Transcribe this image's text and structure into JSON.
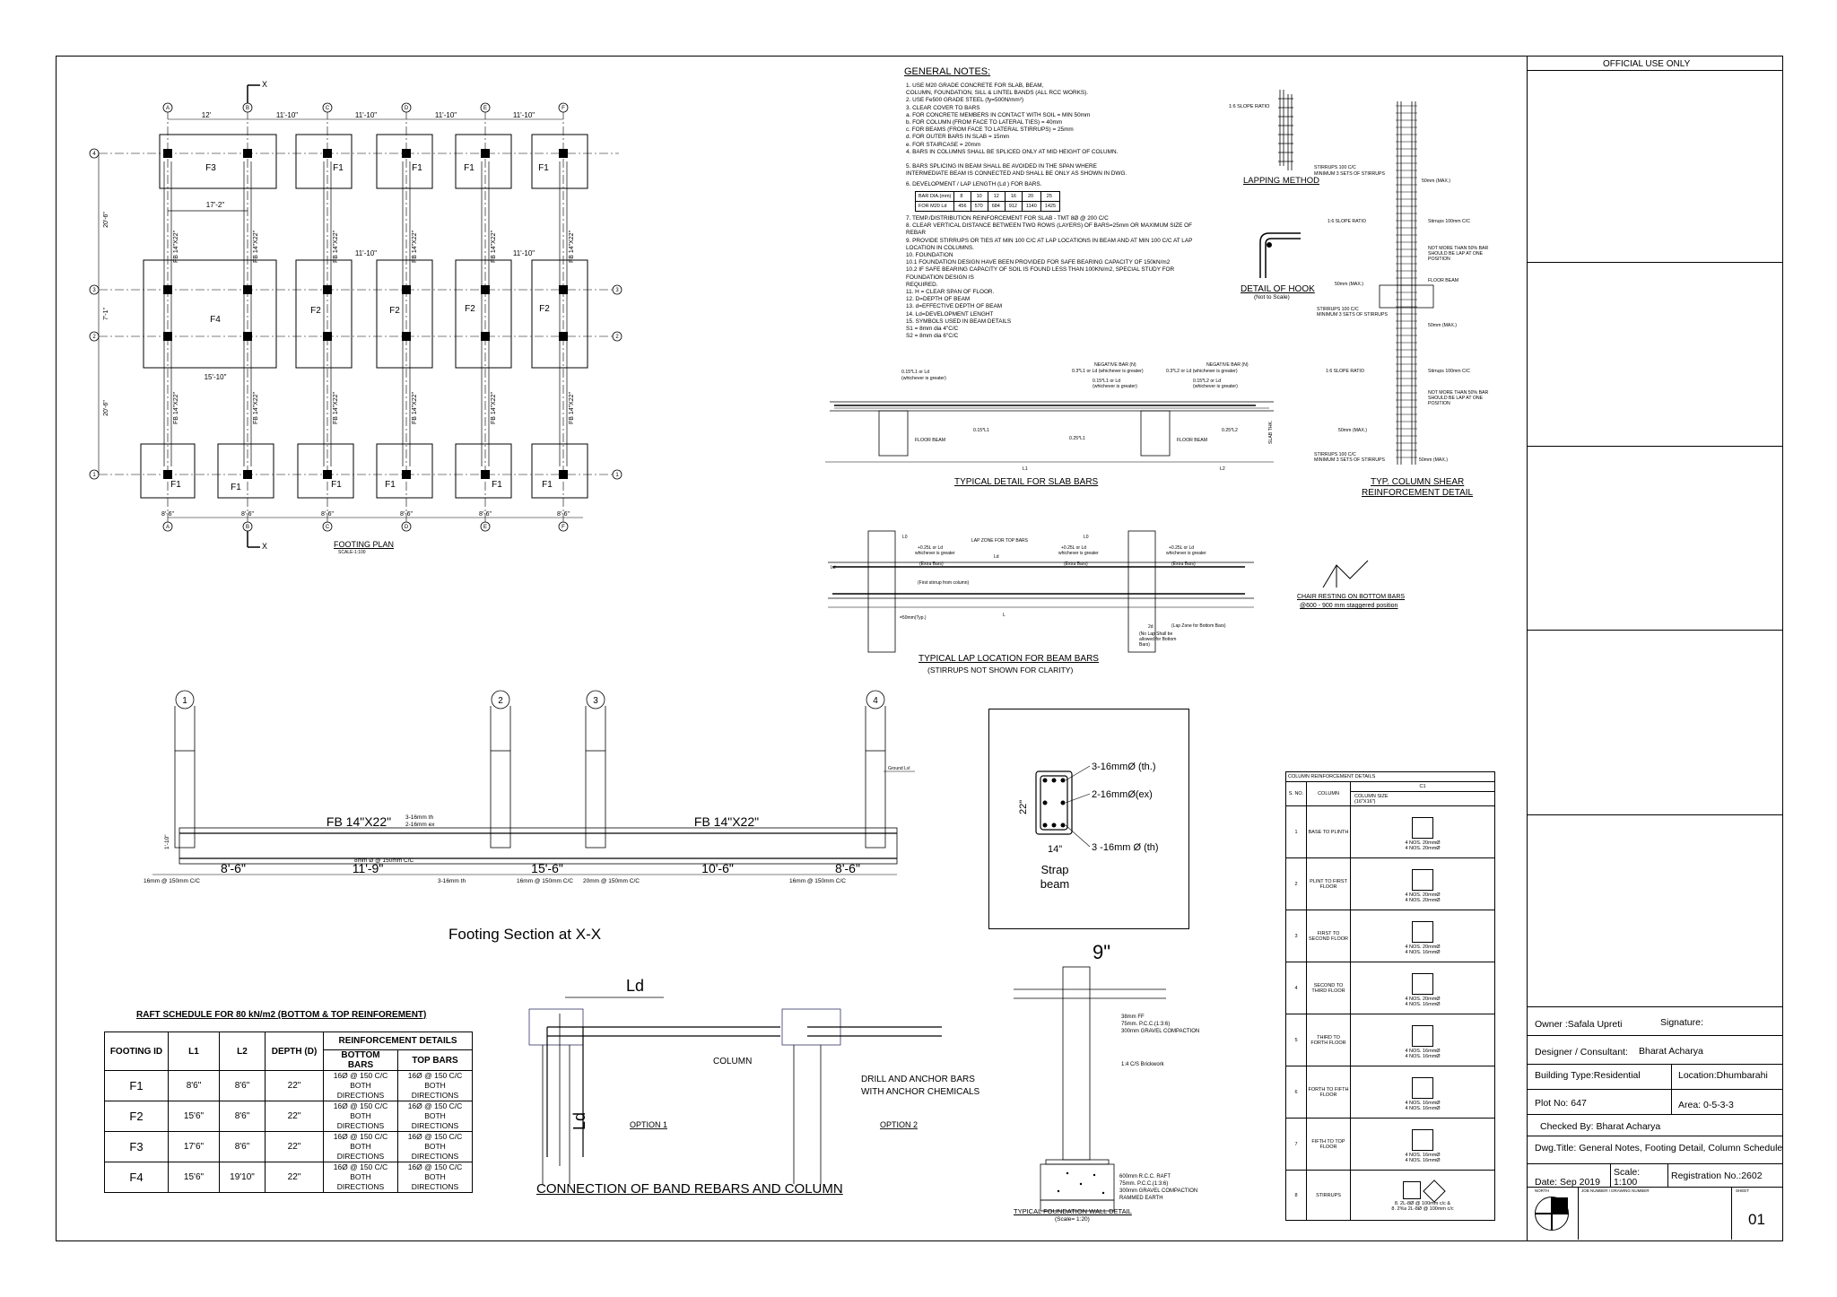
{
  "footing_plan": {
    "title": "FOOTING PLAN",
    "scale": "SCALE-1:100",
    "grid_cols": [
      "A",
      "B",
      "C",
      "D",
      "E",
      "F"
    ],
    "grid_rows": [
      "4",
      "3",
      "2",
      "1"
    ],
    "col_dims_top": [
      "12'",
      "11'-10\"",
      "11'-10\"",
      "11'-10\"",
      "11'-10\""
    ],
    "footing_labels": [
      "F3",
      "F1",
      "F1",
      "F1",
      "F1",
      "F4",
      "F2",
      "F2",
      "F2",
      "F2",
      "F1",
      "F1",
      "F1",
      "F1",
      "F1",
      "F1"
    ],
    "beam_labels": [
      "FB 14\"X22\""
    ],
    "section_mark": "X",
    "dims_bottom": [
      "8'-6\"",
      "8'-6\"",
      "8'-6\"",
      "8'-6\"",
      "8'-6\"",
      "8'-6\""
    ],
    "inner_dims": [
      "17'-2\"",
      "11'-10\"",
      "11'-10\"",
      "15'-10\""
    ],
    "left_dims": [
      "20'-6\"",
      "7'-1\"",
      "20'-6\""
    ]
  },
  "general_notes": {
    "title": "GENERAL NOTES:",
    "items": [
      "1.  USE M20 GRADE CONCRETE FOR SLAB, BEAM,",
      "     COLUMN, FOUNDATION, SILL & LINTEL BANDS (ALL RCC WORKS).",
      "2.  USE Fe500 GRADE STEEL (fy=500N/mm²)",
      "3.  CLEAR COVER TO BARS",
      "     a.  FOR CONCRETE MEMBERS IN CONTACT WITH SOIL = MIN 50mm",
      "     b.  FOR COLUMN (FROM FACE TO LATERAL TIES) = 40mm",
      "     c.  FOR BEAMS (FROM FACE TO LATERAL STIRRUPS) = 25mm",
      "     d.  FOR OUTER BARS IN SLAB  = 15mm",
      "     e.  FOR STAIRCASE  = 20mm",
      "4.  BARS IN COLUMNS SHALL BE SPLICED ONLY AT MID HEIGHT OF COLUMN.",
      "",
      "5.  BARS SPLICING IN BEAM SHALL BE AVOIDED IN THE SPAN WHERE",
      "     INTERMEDIATE BEAM IS CONNECTED AND SHALL BE ONLY AS SHOWN IN DWG.",
      "",
      "6.  DEVELOPMENT / LAP LENGTH (Ld ) FOR BARS."
    ],
    "lap_table": {
      "row1": [
        "BAR DIA.(mm)",
        "8",
        "10",
        "12",
        "16",
        "20",
        "25"
      ],
      "row2": [
        "FOR M20 Ld",
        "456",
        "570",
        "684",
        "912",
        "1140",
        "1425"
      ]
    },
    "items2": [
      "7.  TEMP./DISTRIBUTION REINFORCEMENT FOR SLAB - TMT 8Ø @ 200 C/C",
      "8.  CLEAR VERTICAL DISTANCE BETWEEN TWO ROWS (LAYERS) OF BARS=25mm OR MAXIMUM SIZE OF REBAR",
      "9.  PROVIDE STIRRUPS OR TIES AT MIN 100 C/C AT LAP LOCATIONS IN BEAM AND AT MIN 100 C/C AT LAP LOCATION IN  COLUMNS.",
      "10. FOUNDATION",
      "10.1  FOUNDATION DESIGN HAVE BEEN PROVIDED FOR SAFE BEARING CAPACITY OF 150kN/m2",
      "10.2  IF SAFE BEARING CAPACITY OF SOIL IS FOUND LESS THAN 100KN/m2, SPECIAL STUDY FOR FOUNDATION DESIGN IS",
      "          REQUIRED.",
      "11. H = CLEAR SPAN OF FLOOR.",
      "12. D=DEPTH OF BEAM",
      "13. d=EFFECTIVE DEPTH OF BEAM",
      "14. Ld=DEVELOPMENT LENGHT",
      "15. SYMBOLS USED IN BEAM DETAILS",
      "     S1 = 8mm dia 4\"C/C",
      "     S2 = 8mm dia 6\"C/C"
    ]
  },
  "lapping": {
    "title": "LAPPING METHOD",
    "slope": "1:6 SLOPE RATIO"
  },
  "hook": {
    "title": "DETAIL OF HOOK",
    "sub": "(Not to Scale)"
  },
  "column_shear": {
    "title1": "TYP. COLUMN SHEAR",
    "title2": "REINFORCEMENT DETAIL",
    "labels": [
      "STIRRUPS 100 C/C",
      "MINIMUM 3 SETS OF STIRRUPS",
      "50mm (MAX.)",
      "1:6 SLOPE RATIO",
      "Stirrups 100mm C/C",
      "NOT MORE THAN 50% BAR",
      "SHOULD BE LAP AT ONE",
      "POSITION",
      "FLOOR BEAM",
      "50mm (MAX.)",
      "STIRRUPS 100 C/C",
      "MINIMUM 3 SETS OF STIRRUPS",
      "1:6 SLOPE RATIO",
      "Stirrups 100mm C/C",
      "50mm (MAX.)",
      "STIRRUPS 100 C/C",
      "MINIMUM 3 SETS OF STIRRUPS",
      "50mm (MAX.)"
    ]
  },
  "slab_detail": {
    "title": "TYPICAL DETAIL FOR SLAB BARS",
    "labels": [
      "0.15*L1 or Ld",
      "(whichever is greater)",
      "NEGATIVE BAR (N)",
      "0.3*L1 or Ld (whichever is greater)",
      "0.15*L1 or Ld",
      "(whichever is greater)",
      "NEGATIVE BAR (N)",
      "0.3*L2 or Ld  (whichever is greater)",
      "0.15*L2 or Ld",
      "(whichever is greater)",
      "FLOOR BEAM",
      "0.15*L1",
      "0.25*L1",
      "FLOOR BEAM",
      "0.25*L2",
      "L1",
      "L2",
      "SLAB THK."
    ]
  },
  "beam_lap": {
    "title": "TYPICAL LAP LOCATION FOR BEAM BARS",
    "sub": "(STIRRUPS NOT SHOWN FOR CLARITY)",
    "labels": [
      "L0",
      "LAP ZONE FOR TOP BARS",
      "L0",
      "Ld",
      "+0.25L or Ld",
      "whichever is greater",
      "(Extra Bars)",
      "Ld",
      "+0.25L or Ld",
      "whichever is greater",
      "(Extra Bars)",
      "+0.25L or Ld",
      "whichever is greater",
      "(Extra Bars)",
      "(First stirrup from column)",
      "=50mm(Typ.)",
      "L",
      "2d",
      "(Lap Zone for Bottom Bars)",
      "(No Lap Shall be",
      "allowed for Bottom",
      "Bars)"
    ]
  },
  "chair": {
    "title": "CHAIR RESTING ON BOTTOM BARS",
    "sub": "@600 - 900 mm staggered position"
  },
  "footing_section": {
    "title": "Footing Section at X-X",
    "grid": [
      "1",
      "2",
      "3",
      "4"
    ],
    "beam1": "FB 14\"X22\"",
    "beam2": "FB 14\"X22\"",
    "bar_note1": "3-16mm th",
    "bar_note2": "2-16mm ex",
    "depth": "1'-10\"",
    "dims": [
      "8'-6\"",
      "11'-9\"",
      "15'-6\"",
      "10'-6\"",
      "8'-6\""
    ],
    "bar_labels": [
      "16mm @ 150mm C/C",
      "8mm Ø @ 150mm C/C",
      "3-16mm th",
      "16mm @ 150mm C/C",
      "20mm @ 150mm C/C",
      "16mm @ 150mm C/C"
    ],
    "ground": "Ground Lvl"
  },
  "strap_beam": {
    "labels": [
      "3-16mmØ (th.)",
      "2-16mmØ(ex)",
      "3 -16mm Ø (th)"
    ],
    "h": "22\"",
    "w": "14\"",
    "title1": "Strap",
    "title2": "beam"
  },
  "raft_schedule": {
    "title": "RAFT SCHEDULE FOR 80 kN/m2 (BOTTOM & TOP REINFOREMENT)",
    "headers": [
      "FOOTING ID",
      "L1",
      "L2",
      "DEPTH (D)",
      "REINFORCEMENT DETAILS",
      "BOTTOM BARS",
      "TOP BARS"
    ],
    "rows": [
      {
        "id": "F1",
        "l1": "8'6\"",
        "l2": "8'6\"",
        "d": "22\"",
        "bot": "16Ø @ 150 C/C BOTH DIRECTIONS",
        "top": "16Ø @ 150 C/C BOTH DIRECTIONS"
      },
      {
        "id": "F2",
        "l1": "15'6\"",
        "l2": "8'6\"",
        "d": "22\"",
        "bot": "16Ø @ 150 C/C BOTH DIRECTIONS",
        "top": "16Ø @ 150 C/C BOTH DIRECTIONS"
      },
      {
        "id": "F3",
        "l1": "17'6\"",
        "l2": "8'6\"",
        "d": "22\"",
        "bot": "16Ø @ 150 C/C BOTH DIRECTIONS",
        "top": "16Ø @ 150 C/C BOTH DIRECTIONS"
      },
      {
        "id": "F4",
        "l1": "15'6\"",
        "l2": "19'10\"",
        "d": "22\"",
        "bot": "16Ø @ 150 C/C BOTH DIRECTIONS",
        "top": "16Ø @ 150 C/C BOTH DIRECTIONS"
      }
    ]
  },
  "connection": {
    "title": "CONNECTION OF BAND REBARS AND COLUMN",
    "ld": "Ld",
    "ld2": "Ld",
    "column": "COLUMN",
    "drill1": "DRILL AND ANCHOR BARS",
    "drill2": "WITH ANCHOR CHEMICALS",
    "opt1": "OPTION 1",
    "opt2": "OPTION 2"
  },
  "foundation_wall": {
    "title": "TYPICAL FOUNDATION WALL DETAIL",
    "scale": "(Scale= 1:20)",
    "labels": [
      "38mm FF",
      "75mm. P.C.C.(1:3:6)",
      "300mm GRAVEL COMPACTION",
      "1:4 C/S Brickwork",
      "600mm R.C.C. RAFT",
      "75mm. P.C.C.(1:3:6)",
      "300mm GRAVEL COMPACTION",
      "RAMMED EARTH"
    ],
    "dim": "9\""
  },
  "column_schedule": {
    "title": "COLUMN REINFORCEMENT DETAILS",
    "col_head": "C1",
    "sn": "S. NO.",
    "column": "COLUMN",
    "size": "COLUMN SIZE",
    "size_val": "(16\"X16\")",
    "rows": [
      {
        "n": "1",
        "floor": "BASE TO PLINTH",
        "bars1": "4 NOS. 20mmØ",
        "bars2": "4 NOS. 20mmØ"
      },
      {
        "n": "2",
        "floor": "PLINT TO FIRST FLOOR",
        "bars1": "4 NOS. 20mmØ",
        "bars2": "4 NOS. 20mmØ"
      },
      {
        "n": "3",
        "floor": "FIRST TO SECOND FLOOR",
        "bars1": "4 NOS. 20mmØ",
        "bars2": "4 NOS. 16mmØ"
      },
      {
        "n": "4",
        "floor": "SECOND TO THIRD FLOOR",
        "bars1": "4 NOS. 20mmØ",
        "bars2": "4 NOS. 16mmØ"
      },
      {
        "n": "5",
        "floor": "THIRD TO FORTH FLOOR",
        "bars1": "4 NOS. 16mmØ",
        "bars2": "4 NOS. 16mmØ"
      },
      {
        "n": "6",
        "floor": "FORTH TO FIFTH FLOOR",
        "bars1": "4 NOS. 16mmØ",
        "bars2": "4 NOS. 16mmØ"
      },
      {
        "n": "7",
        "floor": "FIFTH TO TOP FLOOR",
        "bars1": "4 NOS. 16mmØ",
        "bars2": "4 NOS. 16mmØ"
      },
      {
        "n": "8",
        "floor": "STIRRUPS",
        "bars1": "8. 2L-8Ø @ 100mm c/c &",
        "bars2": "8. 2%s 2L-8Ø @ 100mm c/c"
      }
    ]
  },
  "title_block": {
    "official": "OFFICIAL USE ONLY",
    "owner": "Owner :Safala Upreti",
    "signature": "Signature:",
    "designer_label": "Designer / Consultant:",
    "designer": "Bharat Acharya",
    "building_type": "Building Type:Residential",
    "location": "Location:Dhumbarahi",
    "plot": "Plot No: 647",
    "area": "Area: 0-5-3-3",
    "checked": "Checked By: Bharat Acharya",
    "dwg_title": "Dwg.Title: General Notes, Footing Detail, Column Schedule",
    "date": "Date: Sep 2019",
    "scale_label": "Scale:",
    "scale": "1:100",
    "registration": "Registration No.:2602",
    "north": "NORTH",
    "job": "JOB NUMBER / DRAWING NUMBER",
    "sheet_label": "SHEET",
    "sheet": "01"
  }
}
